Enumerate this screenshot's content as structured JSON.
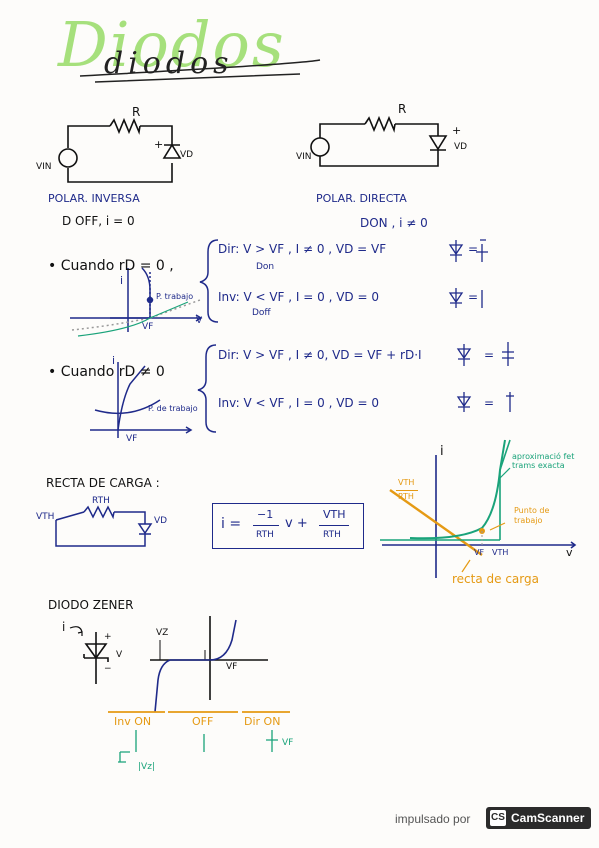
{
  "title": "Diodos",
  "subtitle": "diodos",
  "circuits": {
    "left": {
      "r": "R",
      "vin": "VIN",
      "vd": "VD",
      "plus": "+",
      "caption": "POLAR. INVERSA",
      "state": "D OFF, i = 0"
    },
    "right": {
      "r": "R",
      "vin": "VIN",
      "vd": "VD",
      "plus": "+",
      "caption": "POLAR. DIRECTA",
      "state": "DON , i ≠ 0"
    }
  },
  "case1": {
    "label": "• Cuando  rD = 0 ,",
    "dir": "Dir:  V > VF ,   I ≠ 0 ,   VD = VF",
    "dir_sub": "Don",
    "inv": "Inv:  V < VF ,   I = 0  ,  VD = 0",
    "inv_sub": "Doff",
    "graph_i": "i",
    "graph_vf": "VF",
    "graph_v": "V",
    "graph_p": "P. trabajo",
    "eq_dir": "=",
    "eq_inv": "="
  },
  "case2": {
    "label": "• Cuando  rD ≠ 0",
    "dir": "Dir:  V > VF ,  I ≠ 0,   VD = VF + rD·I",
    "inv": "Inv:  V < VF ,   I = 0 ,   VD = 0",
    "graph_i": "i",
    "graph_vf": "VF",
    "graph_p": "P. de trabajo",
    "eq_dir": "=",
    "eq_inv": "="
  },
  "recta": {
    "title": "RECTA DE CARGA :",
    "rth": "RTH",
    "vth": "VTH",
    "vd": "VD",
    "eq_lhs": "i =",
    "eq_num1": "−1",
    "eq_den1": "RTH",
    "eq_v": "v +",
    "eq_num2": "VTH",
    "eq_den2": "RTH",
    "graph_i": "i",
    "graph_v": "v",
    "graph_y": "VTH",
    "graph_y_den": "RTH",
    "graph_vf": "VF",
    "graph_vth": "VTH",
    "label_aprox": "aproximació fet trams exacta",
    "label_punto": "Punto de trabajo",
    "label_recta": "recta de carga"
  },
  "zener": {
    "title": "DIODO ZENER",
    "i": "i",
    "v": "V",
    "plus": "+",
    "minus": "−",
    "vz": "VZ",
    "vf": "VF",
    "inv_on": "Inv ON",
    "off": "OFF",
    "dir_on": "Dir ON",
    "inv_val": "|Vz|",
    "dir_val": "VF"
  },
  "footer": {
    "text": "impulsado por",
    "brand": "CamScanner",
    "logo": "CS"
  },
  "colors": {
    "ink": "#1f2a8a",
    "green": "#1aa37a",
    "orange": "#e59a14",
    "title": "#a6e07c"
  }
}
